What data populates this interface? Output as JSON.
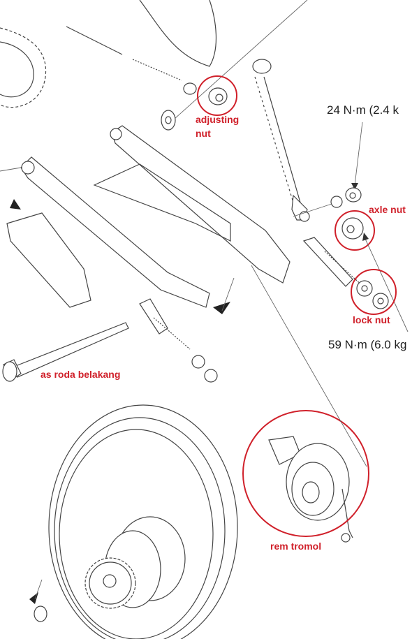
{
  "labels": {
    "adjusting_nut_line1": "adjusting",
    "adjusting_nut_line2": "nut",
    "axle_nut": "axle nut",
    "lock_nut": "lock nut",
    "axle": "as roda belakang",
    "drum_brake": "rem tromol"
  },
  "torque_specs": {
    "axle_nut_torque": "24 N·m (2.4 k",
    "lock_nut_torque": "59 N·m (6.0 kg"
  },
  "colors": {
    "highlight": "#d0202a",
    "line": "#444444"
  }
}
